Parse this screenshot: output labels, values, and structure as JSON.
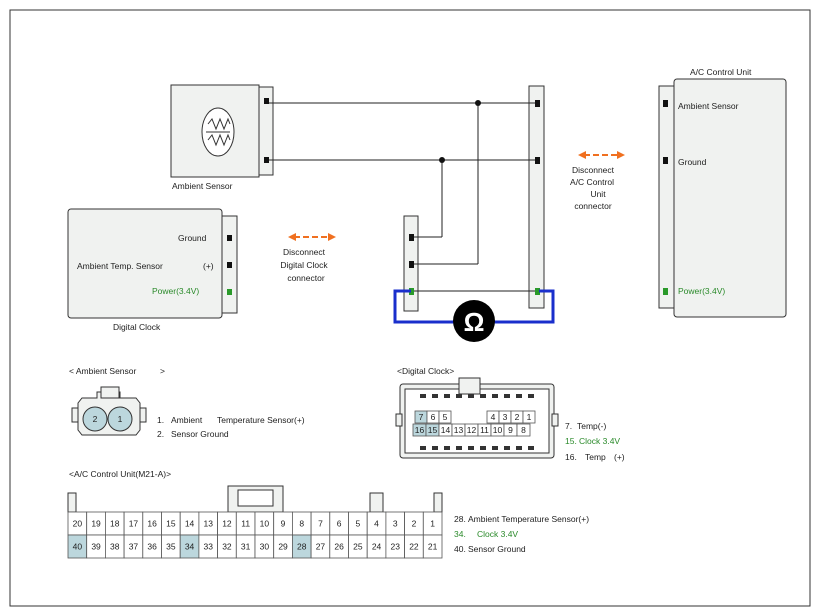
{
  "components": {
    "ambient_sensor": {
      "label": "Ambient Sensor"
    },
    "digital_clock": {
      "label": "Digital Clock",
      "pins": [
        "Ground",
        "Ambient Temp. Sensor",
        "(+)",
        "Power(3.4V)"
      ]
    },
    "ac_control_unit": {
      "title": "A/C Control Unit",
      "pins": [
        "Ambient Sensor",
        "Ground",
        "Power(3.4V)"
      ]
    }
  },
  "notes": {
    "disconnect_clock": [
      "Disconnect",
      "Digital Clock",
      "connector"
    ],
    "disconnect_ac": [
      "Disconnect",
      "A/C Control",
      "Unit",
      "connector"
    ],
    "ohm_symbol": "Ω"
  },
  "ambient_connector": {
    "title": "< Ambient Sensor",
    "title_end": ">",
    "pins": [
      "2",
      "1"
    ],
    "legend": [
      {
        "num": "1.",
        "text": "Ambient",
        "text2": "Temperature Sensor(+)"
      },
      {
        "num": "2.",
        "text": "Sensor Ground"
      }
    ]
  },
  "clock_connector": {
    "title": "<Digital Clock>",
    "top_row": [
      "7",
      "6",
      "5",
      "",
      "4",
      "3",
      "2",
      "1"
    ],
    "bottom_row": [
      "16",
      "15",
      "14",
      "13",
      "12",
      "11",
      "10",
      "9",
      "8"
    ],
    "highlight": [
      "7",
      "16",
      "15"
    ],
    "legend": [
      {
        "num": "7.",
        "text": "Temp(-)",
        "color": "normal"
      },
      {
        "num": "15.",
        "text": "Clock 3.4V",
        "color": "green"
      },
      {
        "num": "16.",
        "text": "Temp",
        "text2": "(+)",
        "color": "normal"
      }
    ]
  },
  "ac_connector": {
    "title": "<A/C Control Unit(M21-A)>",
    "top_row": [
      "20",
      "19",
      "18",
      "17",
      "16",
      "15",
      "14",
      "13",
      "12",
      "11",
      "10",
      "9",
      "8",
      "7",
      "6",
      "5",
      "4",
      "3",
      "2",
      "1"
    ],
    "bottom_row": [
      "40",
      "39",
      "38",
      "37",
      "36",
      "35",
      "34",
      "33",
      "32",
      "31",
      "30",
      "29",
      "28",
      "27",
      "26",
      "25",
      "24",
      "23",
      "22",
      "21"
    ],
    "highlight": [
      "40",
      "34",
      "28"
    ],
    "legend": [
      {
        "num": "28.",
        "text": "Ambient Temperature Sensor(+)",
        "color": "normal"
      },
      {
        "num": "34.",
        "text": "Clock 3.4V",
        "color": "green"
      },
      {
        "num": "40.",
        "text": "Sensor Ground",
        "color": "normal"
      }
    ]
  },
  "colors": {
    "wire": "#222222",
    "box_fill": "#f0f2f0",
    "power_pin": "#2a9a2a",
    "meter_loop": "#1a2fcc",
    "arrow": "#f07020",
    "pin_highlight": "#bcd7dd"
  }
}
